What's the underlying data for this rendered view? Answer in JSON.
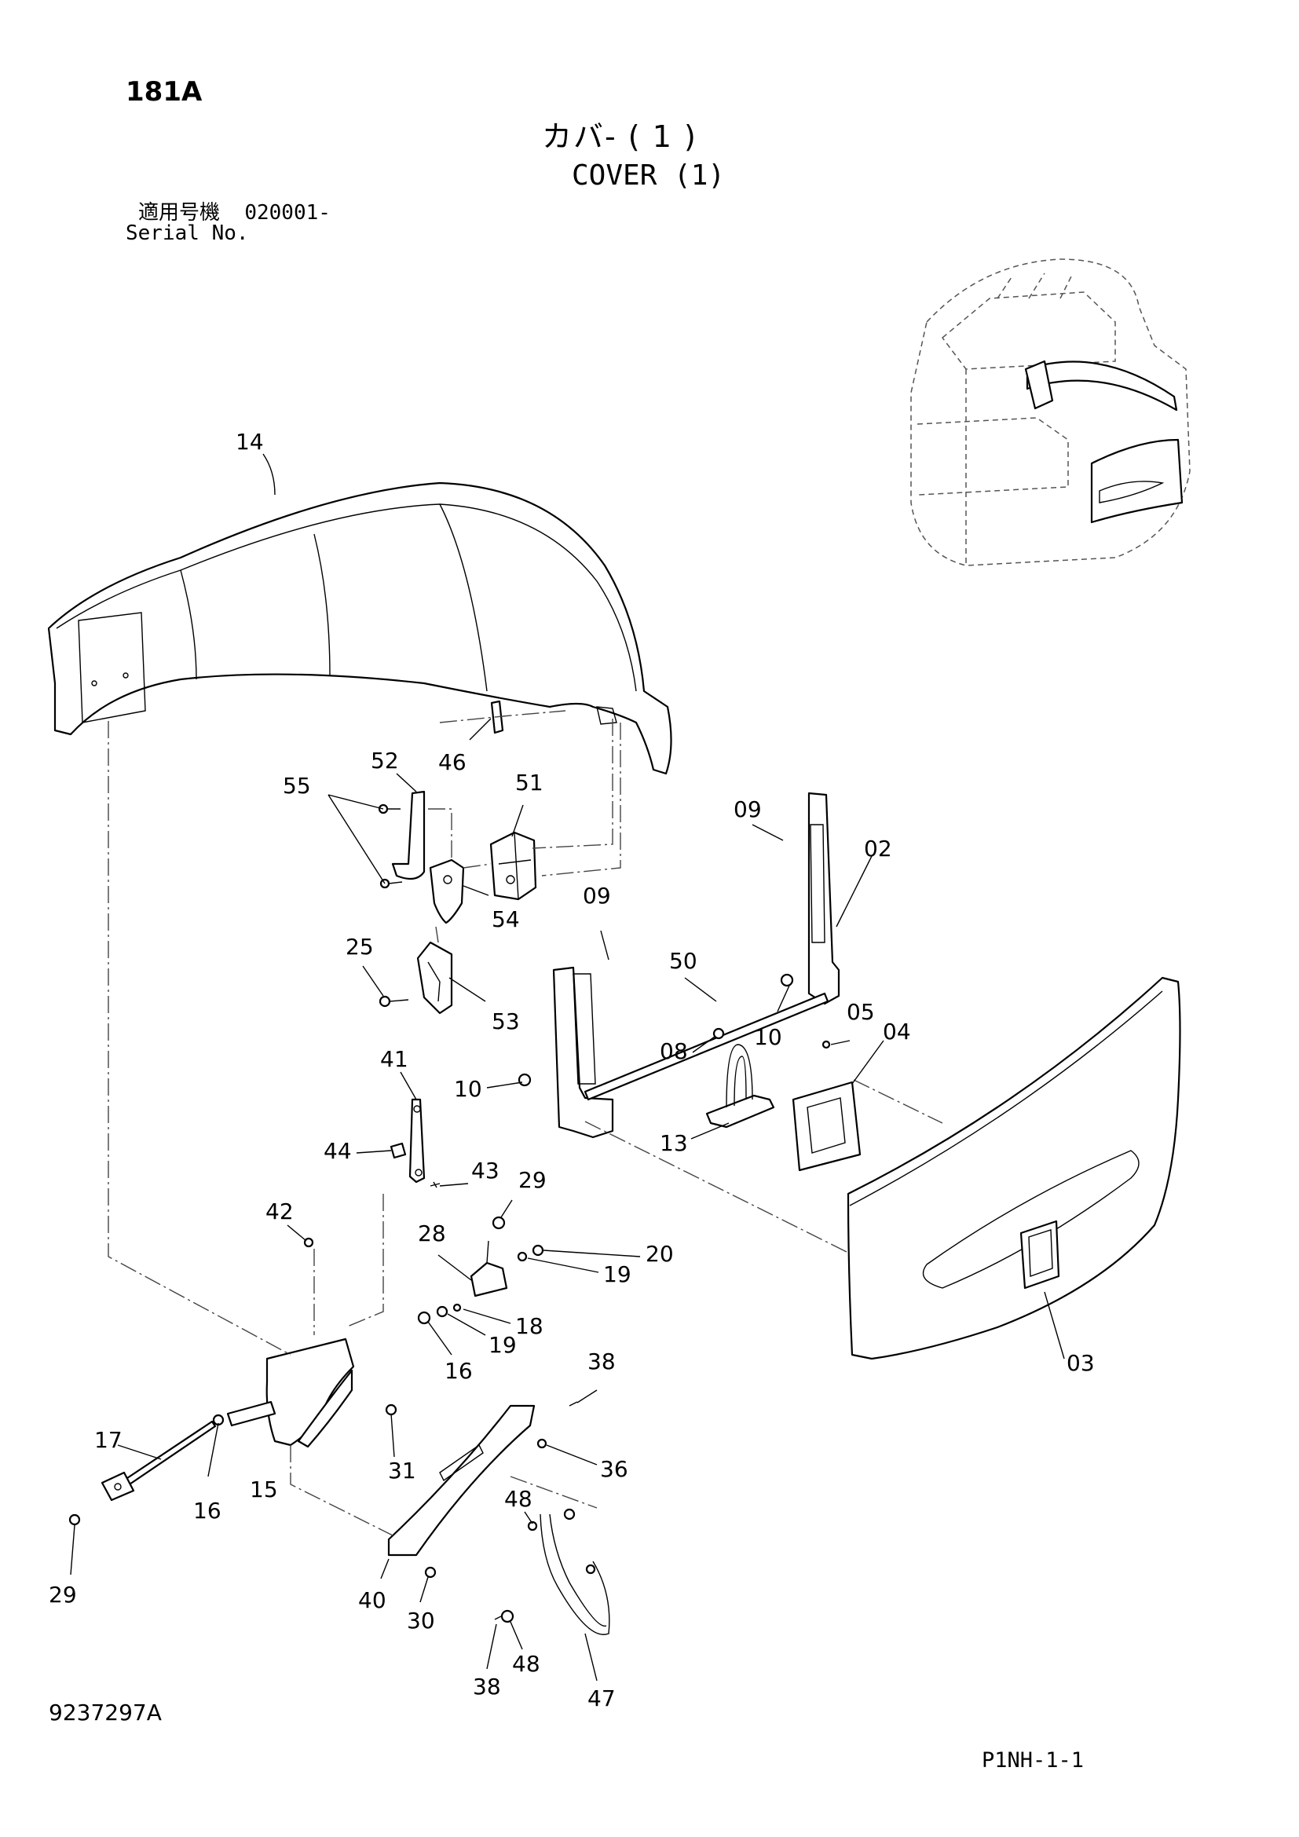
{
  "header": {
    "page_code": "181A",
    "title_jp": "カバ- ( 1 )",
    "title_en": "COVER (1)",
    "serial_label_jp": "適用号機",
    "serial_value": "020001-",
    "serial_label_en": "Serial No."
  },
  "footer": {
    "document_number": "9237297A",
    "page_reference": "P1NH-1-1"
  },
  "callouts": [
    {
      "id": "c14",
      "label": "14"
    },
    {
      "id": "c46",
      "label": "46"
    },
    {
      "id": "c52",
      "label": "52"
    },
    {
      "id": "c55",
      "label": "55"
    },
    {
      "id": "c51",
      "label": "51"
    },
    {
      "id": "c54",
      "label": "54"
    },
    {
      "id": "c25",
      "label": "25"
    },
    {
      "id": "c53",
      "label": "53"
    },
    {
      "id": "c09a",
      "label": "09"
    },
    {
      "id": "c02",
      "label": "02"
    },
    {
      "id": "c09b",
      "label": "09"
    },
    {
      "id": "c50",
      "label": "50"
    },
    {
      "id": "c10a",
      "label": "10"
    },
    {
      "id": "c05",
      "label": "05"
    },
    {
      "id": "c04",
      "label": "04"
    },
    {
      "id": "c08",
      "label": "08"
    },
    {
      "id": "c10b",
      "label": "10"
    },
    {
      "id": "c13",
      "label": "13"
    },
    {
      "id": "c41",
      "label": "41"
    },
    {
      "id": "c44",
      "label": "44"
    },
    {
      "id": "c43",
      "label": "43"
    },
    {
      "id": "c42",
      "label": "42"
    },
    {
      "id": "c29a",
      "label": "29"
    },
    {
      "id": "c28",
      "label": "28"
    },
    {
      "id": "c20",
      "label": "20"
    },
    {
      "id": "c19a",
      "label": "19"
    },
    {
      "id": "c18",
      "label": "18"
    },
    {
      "id": "c19b",
      "label": "19"
    },
    {
      "id": "c16a",
      "label": "16"
    },
    {
      "id": "c03",
      "label": "03"
    },
    {
      "id": "c38a",
      "label": "38"
    },
    {
      "id": "c17",
      "label": "17"
    },
    {
      "id": "c31",
      "label": "31"
    },
    {
      "id": "c36",
      "label": "36"
    },
    {
      "id": "c16b",
      "label": "16"
    },
    {
      "id": "c15",
      "label": "15"
    },
    {
      "id": "c48a",
      "label": "48"
    },
    {
      "id": "c29b",
      "label": "29"
    },
    {
      "id": "c40",
      "label": "40"
    },
    {
      "id": "c30",
      "label": "30"
    },
    {
      "id": "c48b",
      "label": "48"
    },
    {
      "id": "c38b",
      "label": "38"
    },
    {
      "id": "c47",
      "label": "47"
    }
  ]
}
